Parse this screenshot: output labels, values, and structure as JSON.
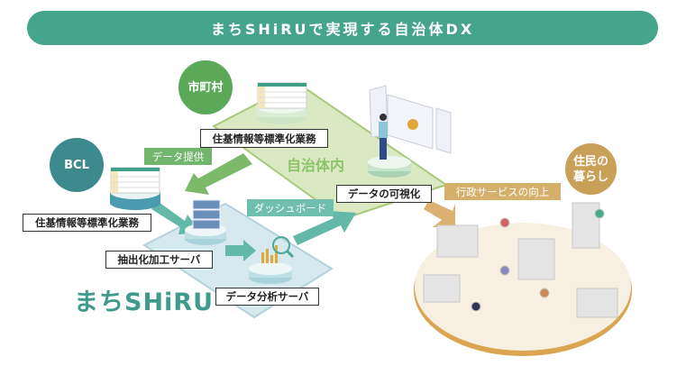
{
  "title": "まちSHiRUで実現する自治体DX",
  "actors": {
    "municipality": "市町村",
    "bcl": "BCL",
    "residents": "住民の\n暮らし"
  },
  "zone_label": "自治体内",
  "labels": {
    "municipal_system": "住基情報等標準化業務",
    "bcl_system": "住基情報等標準化業務",
    "extraction_server": "抽出化加工サーバ",
    "analysis_server": "データ分析サーバ",
    "visualization": "データの可視化"
  },
  "flows": {
    "data_provision": "データ提供",
    "dashboard": "ダッシュボード",
    "service_improvement": "行政サービスの向上"
  },
  "logo": "まちSHiRU",
  "colors": {
    "banner": "#44a48c",
    "municipality": "#5aa858",
    "bcl": "#3d8a8e",
    "residents": "#c9a057",
    "green_platform": "#dbe9c2",
    "blue_platform": "#d6e9ee"
  }
}
